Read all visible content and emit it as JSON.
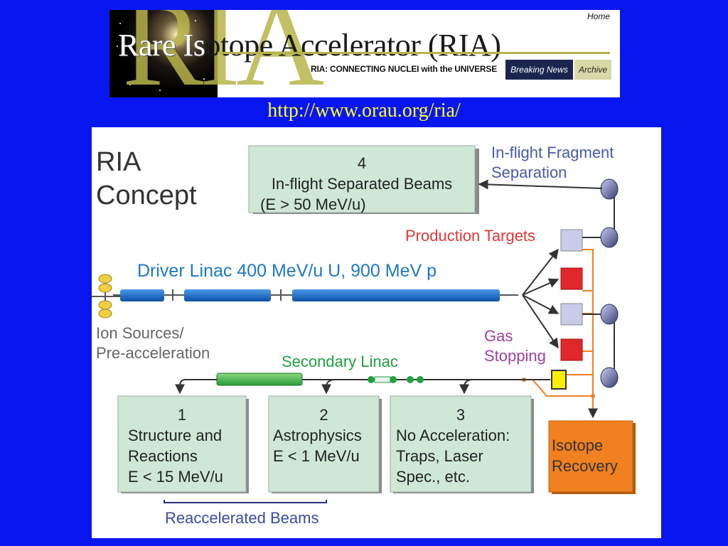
{
  "banner": {
    "big_letters": "RIA",
    "title_light": "Rare Is",
    "title_dark": "otope Accelerator (RIA)",
    "home_link": "Home",
    "tagline": "RIA: CONNECTING NUCLEI with the UNIVERSE",
    "breaking_news": "Breaking News",
    "archive": "Archive"
  },
  "url": "http://www.orau.org/ria/",
  "diagram": {
    "title_line1": "RIA",
    "title_line2": "Concept",
    "box4": {
      "number": "4",
      "line1": "In-flight Separated Beams",
      "line2": "(E > 50 MeV/u)"
    },
    "in_flight_line1": "In-flight Fragment",
    "in_flight_line2": "Separation",
    "production_targets": "Production Targets",
    "driver_linac": "Driver Linac 400 MeV/u U, 900 MeV p",
    "ion_sources_line1": "Ion Sources/",
    "ion_sources_line2": "Pre-acceleration",
    "gas_line1": "Gas",
    "gas_line2": "Stopping",
    "secondary_linac": "Secondary Linac",
    "box1": {
      "number": "1",
      "line1": "Structure and",
      "line2": "Reactions",
      "line3": "E < 15 MeV/u"
    },
    "box2": {
      "number": "2",
      "line1": "Astrophysics",
      "line2": "E < 1 MeV/u"
    },
    "box3": {
      "number": "3",
      "line1": "No Acceleration:",
      "line2": "Traps, Laser",
      "line3": "Spec., etc."
    },
    "isotope_line1": "Isotope",
    "isotope_line2": "Recovery",
    "reaccelerated": "Reaccelerated Beams"
  },
  "colors": {
    "background": "#0a16f0",
    "url": "#ffff33",
    "box_fill": "#cfe8d6",
    "linac_blue": "#1464c8",
    "label_blue": "#1e78c8",
    "target_label_red": "#e03838",
    "gas_label_purple": "#a040a0",
    "secondary_green": "#20a040",
    "isotope_orange": "#f08020"
  }
}
